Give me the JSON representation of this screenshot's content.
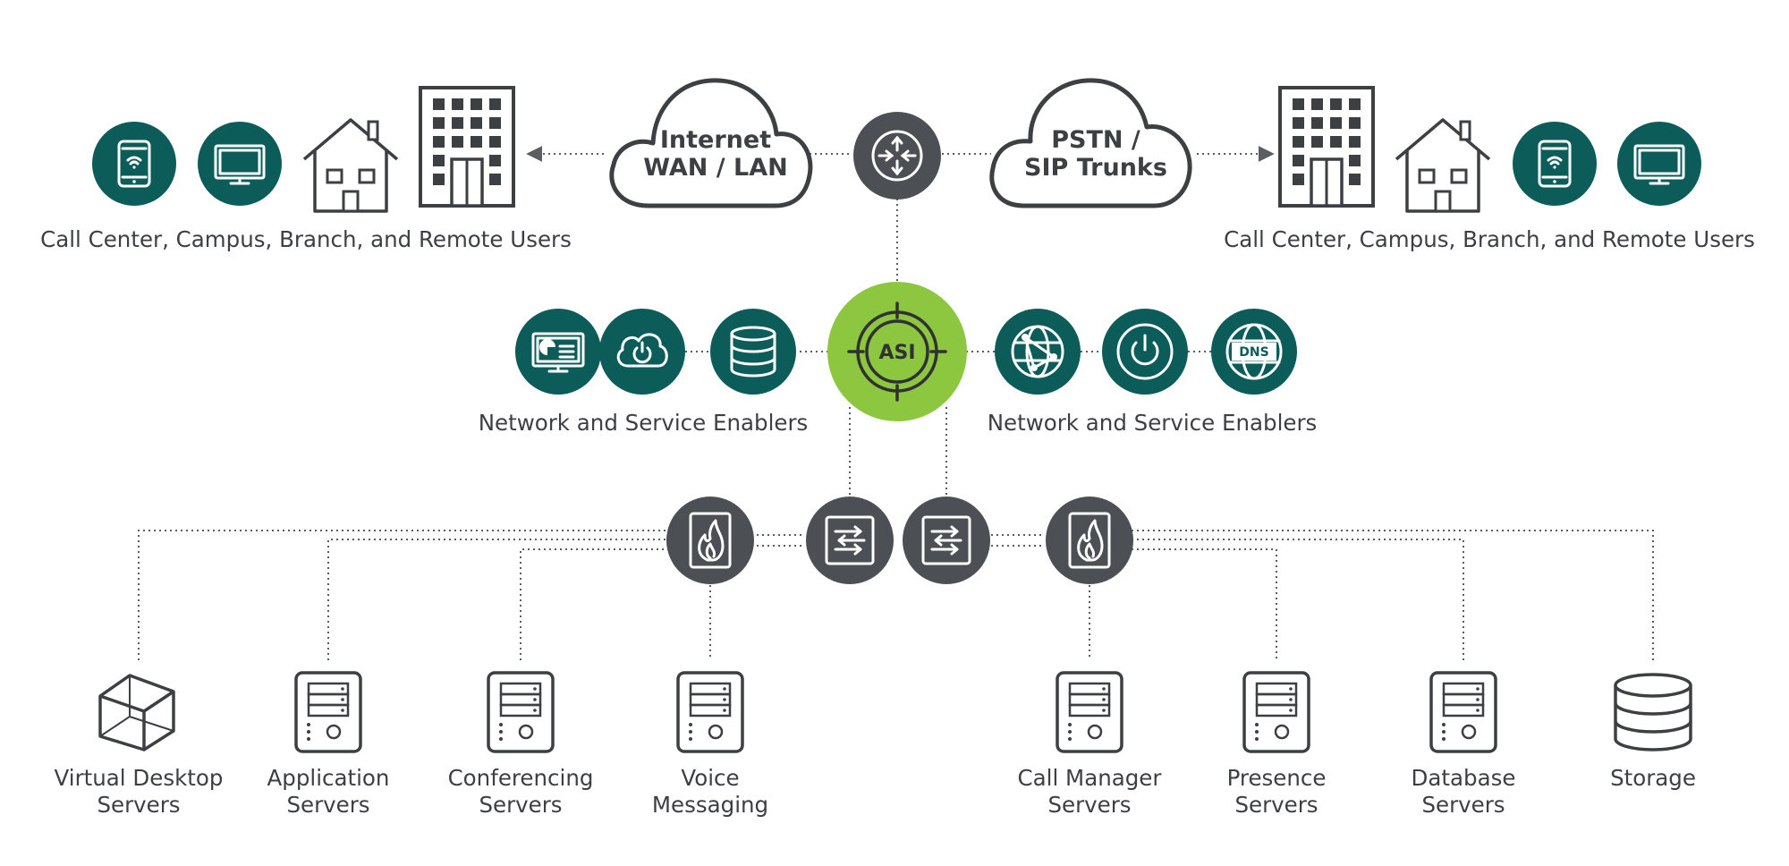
{
  "clouds": {
    "internet": {
      "line1": "Internet",
      "line2": "WAN / LAN"
    },
    "pstn": {
      "line1": "PSTN /",
      "line2": "SIP Trunks"
    }
  },
  "user_groups": {
    "left_label": "Call Center, Campus, Branch, and Remote Users",
    "right_label": "Call Center, Campus, Branch, and Remote Users"
  },
  "enablers": {
    "left_label": "Network and Service Enablers",
    "right_label": "Network and Service Enablers",
    "dns_badge": "DNS"
  },
  "hub": {
    "label": "ASI",
    "color": "#8dc63f"
  },
  "colors": {
    "teal": "#0c5c5a",
    "dark_node": "#4c4f53",
    "text": "#3d4043"
  },
  "servers": [
    {
      "line1": "Virtual Desktop",
      "line2": "Servers",
      "icon": "cube-icon"
    },
    {
      "line1": "Application",
      "line2": "Servers",
      "icon": "server-icon"
    },
    {
      "line1": "Conferencing",
      "line2": "Servers",
      "icon": "server-icon"
    },
    {
      "line1": "Voice",
      "line2": "Messaging",
      "icon": "server-icon"
    },
    {
      "line1": "Call Manager",
      "line2": "Servers",
      "icon": "server-icon"
    },
    {
      "line1": "Presence",
      "line2": "Servers",
      "icon": "server-icon"
    },
    {
      "line1": "Database",
      "line2": "Servers",
      "icon": "server-icon"
    },
    {
      "line1": "Storage",
      "line2": "",
      "icon": "database-icon"
    }
  ]
}
